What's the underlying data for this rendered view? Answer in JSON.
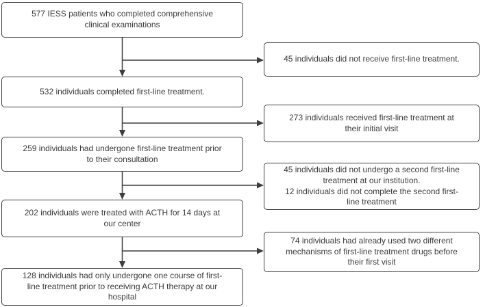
{
  "diagram": {
    "type": "flowchart",
    "colors": {
      "line": "#3d3d3d",
      "text": "#3a3a3a",
      "bg": "#ffffff"
    },
    "main_flow": [
      {
        "lines": [
          "577 IESS patients who completed comprehensive",
          "clinical examinations"
        ]
      },
      {
        "lines": [
          "532 individuals completed first-line treatment."
        ]
      },
      {
        "lines": [
          "259 individuals had undergone first-line treatment prior",
          "to their consultation"
        ]
      },
      {
        "lines": [
          "202 individuals were treated with ACTH for 14 days at",
          "our center"
        ]
      },
      {
        "lines": [
          "128 individuals had only undergone one course of first-",
          "line treatment prior to receiving ACTH therapy at our",
          "hospital"
        ]
      }
    ],
    "exclusions": [
      {
        "lines": [
          "45 individuals did not receive first-line treatment."
        ]
      },
      {
        "lines": [
          "273 individuals received first-line treatment at",
          "their initial visit"
        ]
      },
      {
        "lines": [
          "45 individuals did not undergo a second first-line",
          "treatment at our institution.",
          "12 individuals did not complete the second first-",
          "line treatment"
        ]
      },
      {
        "lines": [
          "74 individuals had already used two different",
          "mechanisms of first-line treatment drugs before",
          "their first visit"
        ]
      }
    ]
  }
}
